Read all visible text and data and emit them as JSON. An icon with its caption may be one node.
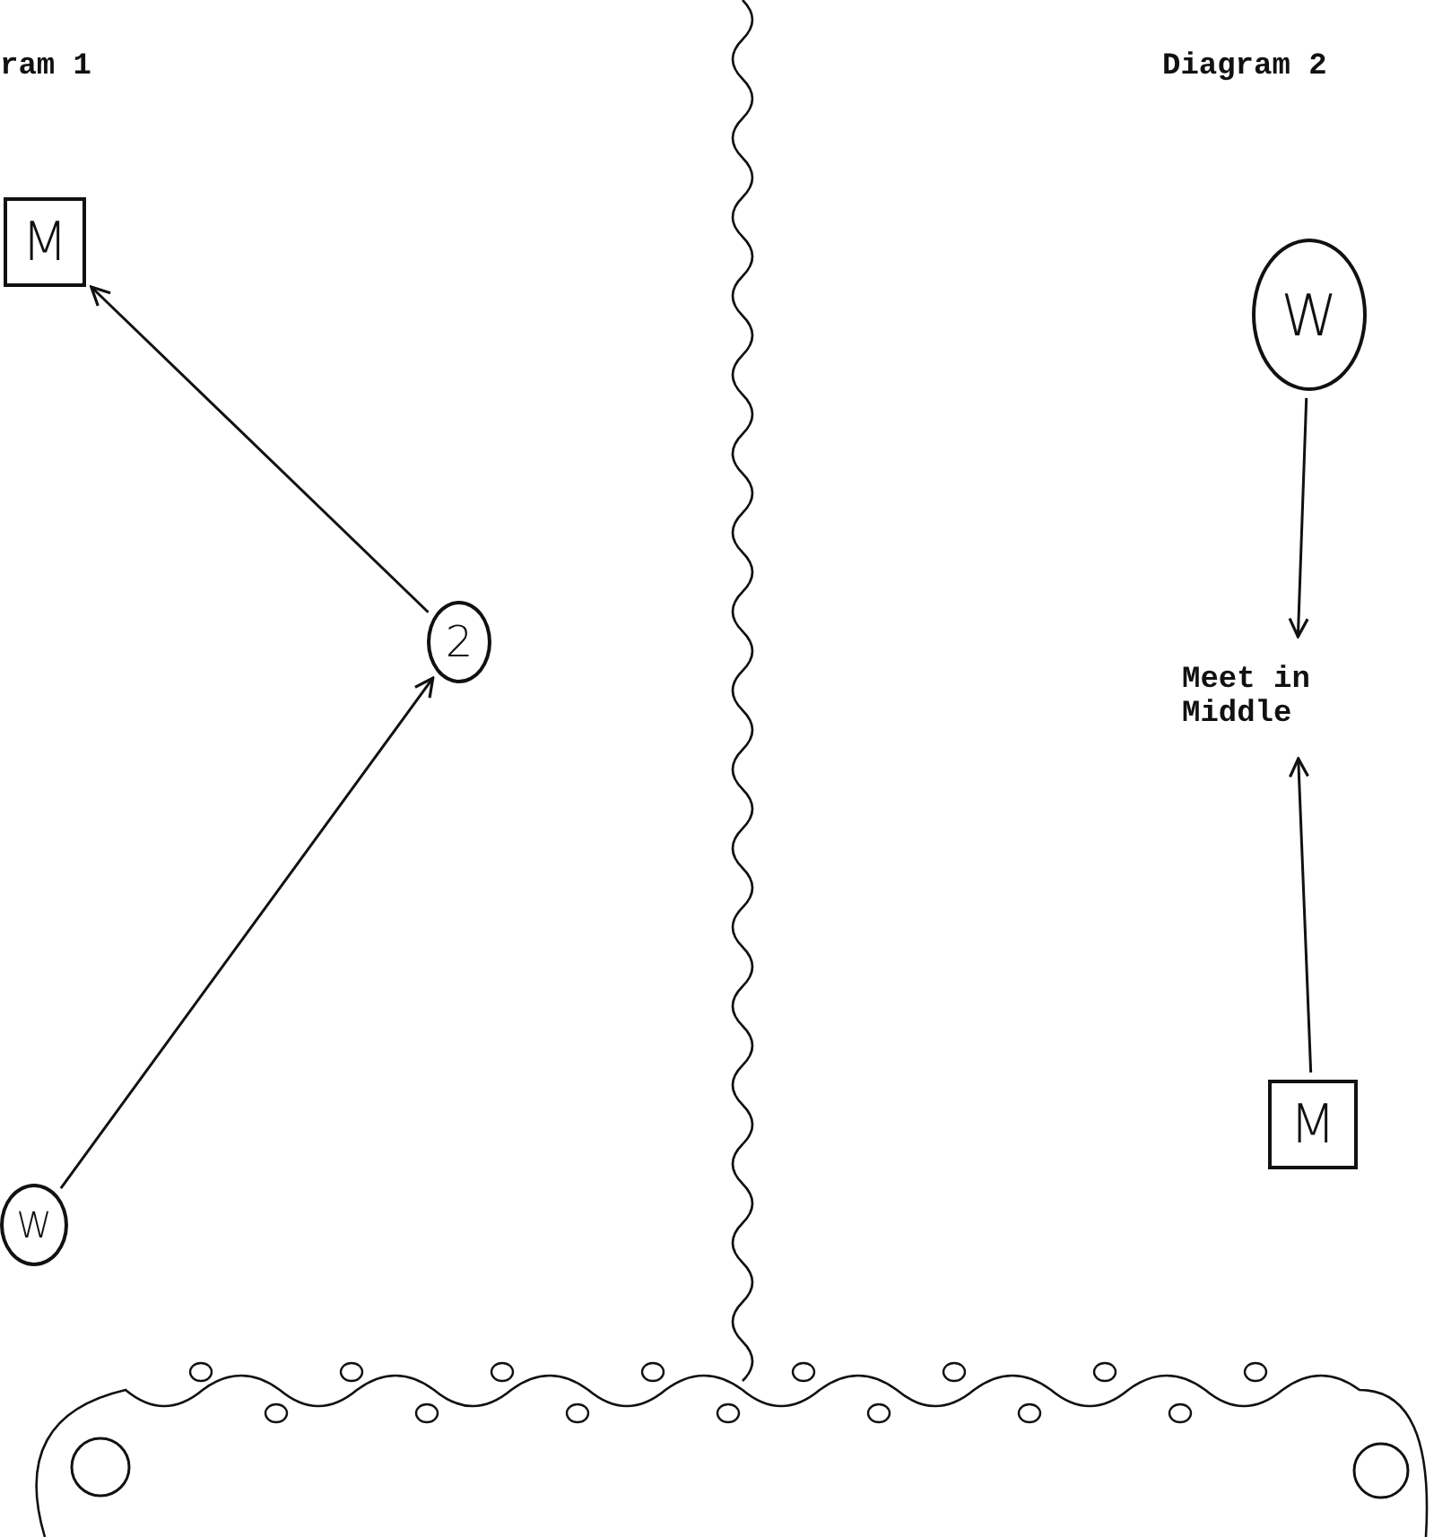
{
  "diagram": {
    "nodes": [
      {
        "text": [
          "M"
        ]
      },
      {
        "text": [
          "2"
        ]
      },
      {
        "text": [
          "W"
        ]
      },
      {
        "text": [
          "W"
        ]
      },
      {
        "text": [
          "Meet in Middle"
        ]
      },
      {
        "text": [
          "M"
        ]
      }
    ],
    "edges": [
      {
        "from": 1,
        "to": 0,
        "arrow": "to"
      },
      {
        "from": 2,
        "to": 1,
        "arrow": "to"
      },
      {
        "from": 3,
        "to": 4,
        "arrow": "to"
      },
      {
        "from": 5,
        "to": 4,
        "arrow": "to"
      }
    ],
    "labels": [
      "ram 1",
      "Diagram 2"
    ]
  }
}
